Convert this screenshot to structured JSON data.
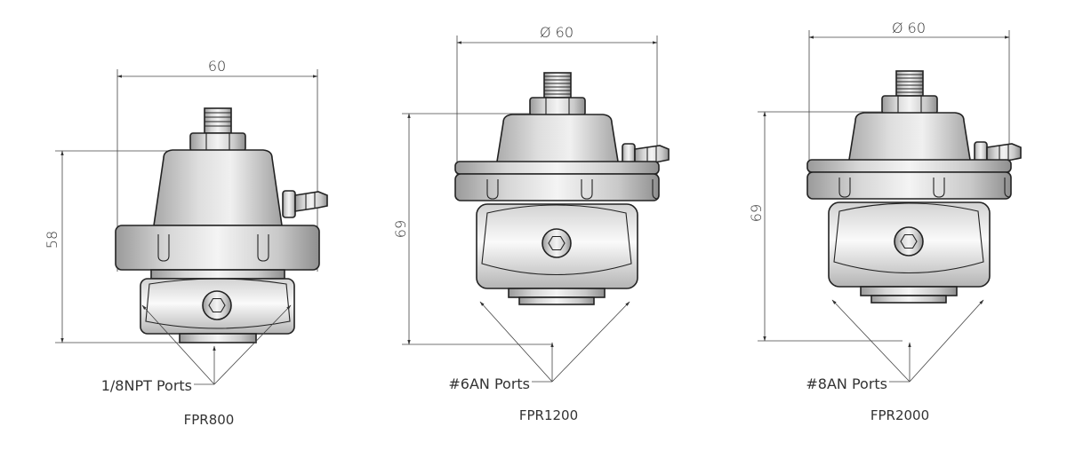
{
  "regulators": [
    {
      "model": "FPR800",
      "width_label": "60",
      "height_label": "58",
      "ports_label": "1/8NPT Ports"
    },
    {
      "model": "FPR1200",
      "width_label": "Ø 60",
      "height_label": "69",
      "ports_label": "#6AN Ports"
    },
    {
      "model": "FPR2000",
      "width_label": "Ø 60",
      "height_label": "69",
      "ports_label": "#8AN Ports"
    }
  ],
  "colors": {
    "body_light": "#e9e9e9",
    "body_mid": "#bdbdbd",
    "body_dark": "#8a8a8a",
    "outline": "#222222",
    "dimension": "#444444"
  }
}
